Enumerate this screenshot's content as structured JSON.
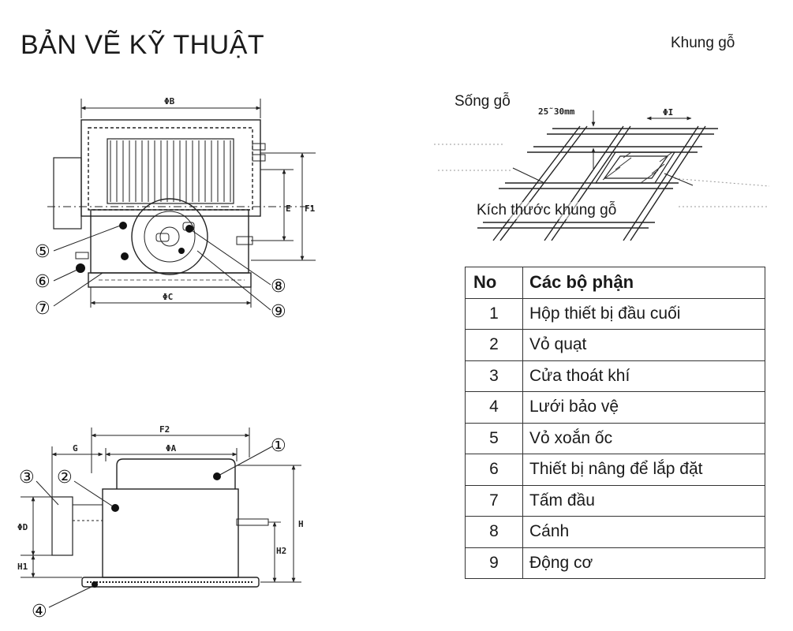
{
  "title": "BẢN VẼ KỸ THUẬT",
  "labels": {
    "wood_frame": "Khung gỗ",
    "wood_ridge": "Sống gỗ",
    "frame_size": "Kích thước khung gỗ"
  },
  "dimensions": {
    "phi_b": "ΦB",
    "phi_c": "ΦC",
    "e": "E",
    "f1": "F1",
    "f2": "F2",
    "phi_a": "ΦA",
    "g": "G",
    "phi_d": "ΦD",
    "h1": "H1",
    "h": "H",
    "h2": "H2",
    "gap": "25˜30mm",
    "phi_i": "ΦI"
  },
  "callouts": [
    "①",
    "②",
    "③",
    "④",
    "⑤",
    "⑥",
    "⑦",
    "⑧",
    "⑨"
  ],
  "table": {
    "headers": [
      "No",
      "Các bộ phận"
    ],
    "rows": [
      {
        "no": "1",
        "name": "Hộp thiết bị đầu cuối"
      },
      {
        "no": "2",
        "name": "Vỏ quạt"
      },
      {
        "no": "3",
        "name": "Cửa thoát khí"
      },
      {
        "no": "4",
        "name": "Lưới bảo vệ"
      },
      {
        "no": "5",
        "name": "Vỏ xoắn ốc"
      },
      {
        "no": "6",
        "name": "Thiết bị nâng để lắp đặt"
      },
      {
        "no": "7",
        "name": "Tấm đầu"
      },
      {
        "no": "8",
        "name": "Cánh"
      },
      {
        "no": "9",
        "name": "Động cơ"
      }
    ]
  }
}
